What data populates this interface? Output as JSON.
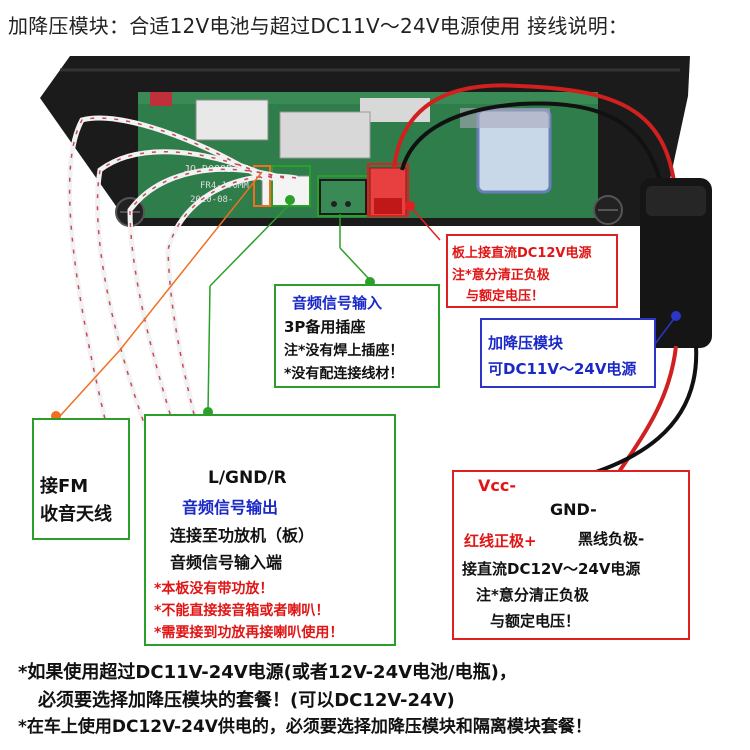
{
  "title": "加降压模块：合适12V电池与超过DC11V～24V电源使用  接线说明：",
  "board": {
    "model_text": "JQ-D099BT-A",
    "version_text": "FR4-1.0MM",
    "date_text": "2020-08-"
  },
  "fm_box": {
    "line1": "接FM",
    "line2": "收音天线"
  },
  "audio_out": {
    "pins": "L/GND/R",
    "heading": "音频信号输出",
    "desc1": "连接至功放机（板）",
    "desc2": "音频信号输入端",
    "warn1": "*本板没有带功放！",
    "warn2": "*不能直接接音箱或者喇叭！",
    "warn3": "*需要接到功放再接喇叭使用！"
  },
  "audio_in": {
    "heading": "音频信号输入",
    "line1": "3P备用插座",
    "line2": "注*没有焊上插座！",
    "line3": "*没有配连接线材！"
  },
  "dc_in": {
    "line1": "板上接直流DC12V电源",
    "line2": "注*意分清正负极",
    "line3": "与额定电压！"
  },
  "buck": {
    "line1": "加降压模块",
    "line2": "可DC11V～24V电源"
  },
  "power": {
    "vcc": "Vcc-",
    "gnd": "GND-",
    "red_wire": "红线正极+",
    "black_wire": "黑线负极-",
    "line1": "接直流DC12V～24V电源",
    "line2": "注*意分清正负极",
    "line3": "与额定电压！"
  },
  "footer": {
    "line1": "*如果使用超过DC11V-24V电源(或者12V-24V电池/电瓶)，",
    "line2": "必须要选择加降压模块的套餐！(可以DC12V-24V)",
    "line3": "*在车上使用DC12V-24V供电的，必须要选择加降压模块和隔离模块套餐！"
  },
  "colors": {
    "green": "#2aa02a",
    "blue": "#2b35c8",
    "red": "#e02020",
    "orange": "#f07020",
    "pcb": "#2f7d4a"
  }
}
